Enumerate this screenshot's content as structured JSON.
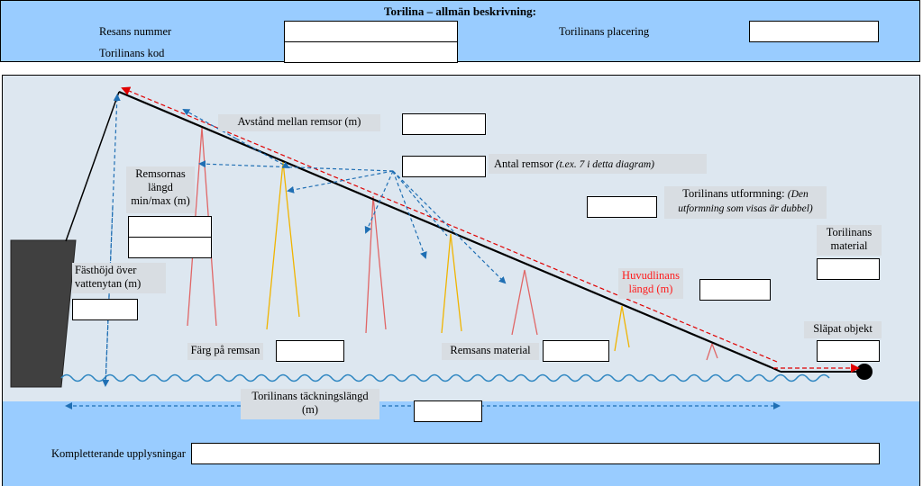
{
  "header": {
    "title": "Torilina – allmän beskrivning:",
    "trip_number_label": "Resans nummer",
    "code_label": "Torilinans kod",
    "placement_label": "Torilinans placering",
    "trip_number_value": "",
    "code_value": "",
    "placement_value": ""
  },
  "diagram": {
    "streamer_spacing_label": "Avstånd mellan remsor (m)",
    "streamer_count_label": "Antal remsor",
    "streamer_count_note": "(t.ex. 7 i detta diagram)",
    "streamer_length_label": "Remsornas längd min/max (m)",
    "attach_height_label": "Fästhöjd över vattenytan (m)",
    "design_label": "Torilinans utformning:",
    "design_note": "(Den utformning som visas är dubbel)",
    "line_material_label": "Torilinans material",
    "mainline_length_label": "Huvudlinans längd (m)",
    "towed_object_label": "Släpat objekt",
    "streamer_color_label": "Färg på remsan",
    "streamer_material_label": "Remsans material",
    "coverage_length_label": "Torilinans täckningslängd (m)"
  },
  "footer": {
    "additional_info_label": "Kompletterande upplysningar",
    "additional_info_value": ""
  },
  "colors": {
    "header_bg": "#99ccff",
    "diagram_bg": "#dde7f0",
    "label_bg": "#d8dde2",
    "arrow_blue": "#1f6fb4",
    "streamer_red": "#e06666",
    "streamer_yellow": "#f0b400",
    "mainline_red_dash": "#e00000",
    "vessel": "#404040"
  }
}
